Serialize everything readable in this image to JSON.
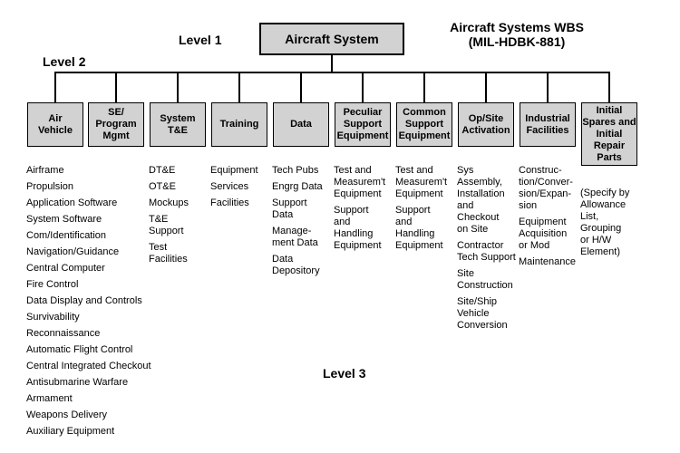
{
  "diagram": {
    "title_line1": "Aircraft Systems WBS",
    "title_line2": "(MIL-HDBK-881)",
    "levels": {
      "level1": "Level 1",
      "level2": "Level 2",
      "level3": "Level 3"
    },
    "root_label": "Aircraft System",
    "colors": {
      "background": "#ffffff",
      "box_fill": "#d2d2d2",
      "box_border": "#000000",
      "line": "#000000",
      "text": "#000000"
    },
    "branches": [
      {
        "id": "air-vehicle",
        "label": "Air\nVehicle",
        "children": [
          "Airframe",
          "Propulsion",
          "Application Software",
          "System Software",
          "Com/Identification",
          "Navigation/Guidance",
          "Central Computer",
          "Fire Control",
          "Data Display and Controls",
          "Survivability",
          "Reconnaissance",
          "Automatic Flight Control",
          "Central Integrated Checkout",
          "Antisubmarine Warfare",
          "Armament",
          "Weapons Delivery",
          "Auxiliary Equipment"
        ]
      },
      {
        "id": "se-program-mgmt",
        "label": "SE/\nProgram\nMgmt",
        "children": []
      },
      {
        "id": "system-t-and-e",
        "label": "System\nT&E",
        "children": [
          "DT&E",
          "OT&E",
          "Mockups",
          "T&E\nSupport",
          "Test\nFacilities"
        ]
      },
      {
        "id": "training",
        "label": "Training",
        "children": [
          "Equipment",
          "Services",
          "Facilities"
        ]
      },
      {
        "id": "data",
        "label": "Data",
        "children": [
          "Tech Pubs",
          "Engrg Data",
          "Support\nData",
          "Manage-\nment Data",
          "Data\nDepository"
        ]
      },
      {
        "id": "peculiar-support-equipment",
        "label": "Peculiar\nSupport\nEquipment",
        "children": [
          "Test and\nMeasurem't\nEquipment",
          "Support\nand\nHandling\nEquipment"
        ]
      },
      {
        "id": "common-support-equipment",
        "label": "Common\nSupport\nEquipment",
        "children": [
          "Test and\nMeasurem't\nEquipment",
          "Support\nand\nHandling\nEquipment"
        ]
      },
      {
        "id": "op-site-activation",
        "label": "Op/Site\nActivation",
        "children": [
          "Sys\nAssembly,\nInstallation\nand\nCheckout\non Site",
          "Contractor\nTech Support",
          "Site\nConstruction",
          "Site/Ship\nVehicle\nConversion"
        ]
      },
      {
        "id": "industrial-facilities",
        "label": "Industrial\nFacilities",
        "children": [
          "Construc-\ntion/Conver-\nsion/Expan-\nsion",
          "Equipment\nAcquisition\nor Mod",
          "Maintenance"
        ]
      },
      {
        "id": "initial-spares",
        "label": "Initial\nSpares and\nInitial\nRepair\nParts",
        "children": [
          "(Specify by\nAllowance\nList,\nGrouping\nor H/W\nElement)"
        ]
      }
    ]
  }
}
